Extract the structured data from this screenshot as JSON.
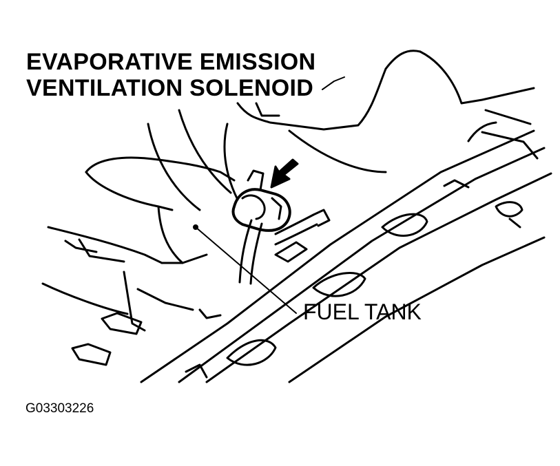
{
  "labels": {
    "component_line_1": "EVAPORATIVE EMISSION",
    "component_line_2": "VENTILATION SOLENOID",
    "fuel_tank": "FUEL TANK",
    "figure_id": "G03303226"
  },
  "colors": {
    "ink": "#000000",
    "background": "#ffffff"
  }
}
